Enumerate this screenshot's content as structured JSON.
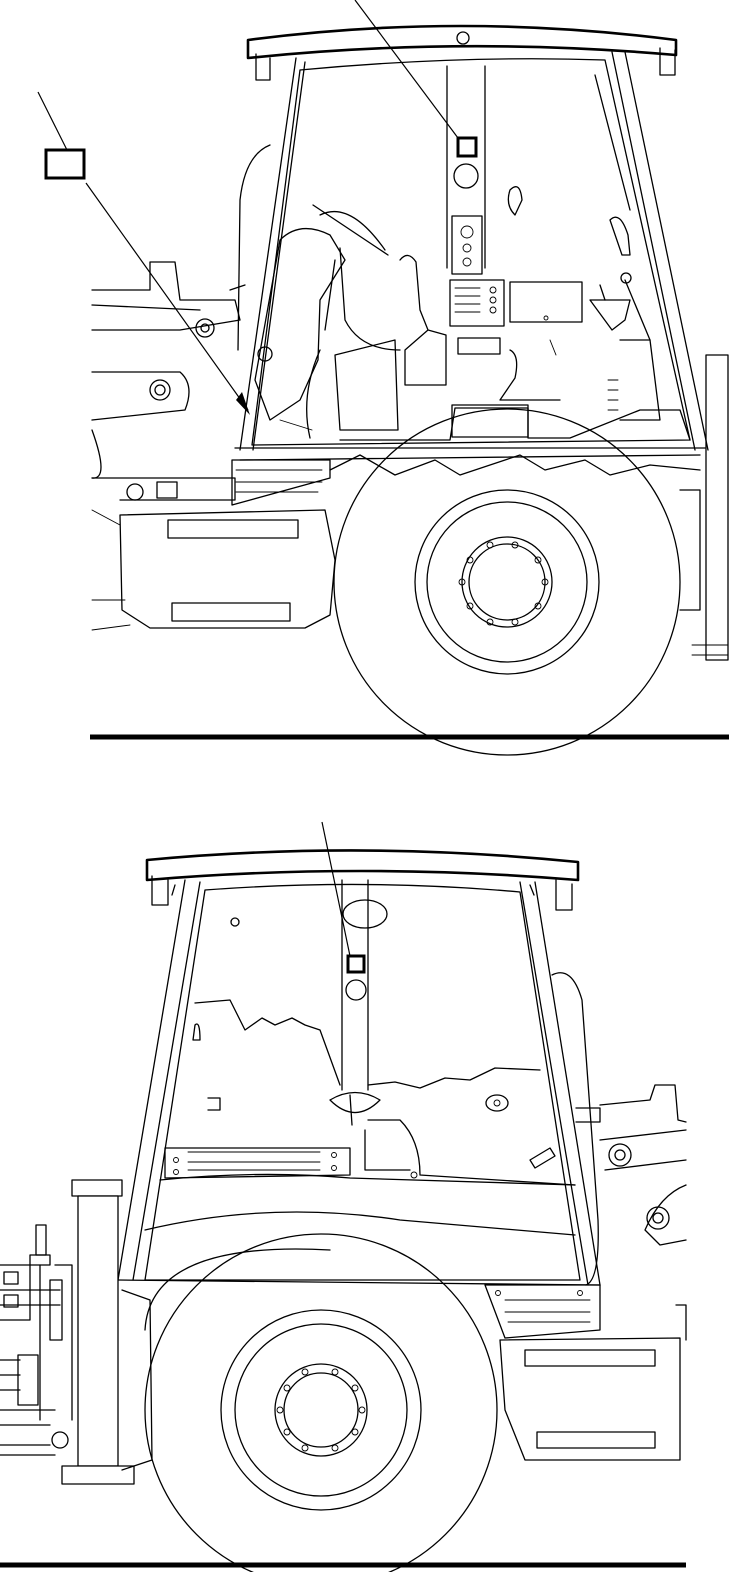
{
  "figure": {
    "views": [
      {
        "id": "left-side-view",
        "label_markers": 2
      },
      {
        "id": "right-side-view",
        "label_markers": 1
      }
    ],
    "colors": {
      "line": "#000000",
      "background": "#ffffff"
    }
  }
}
